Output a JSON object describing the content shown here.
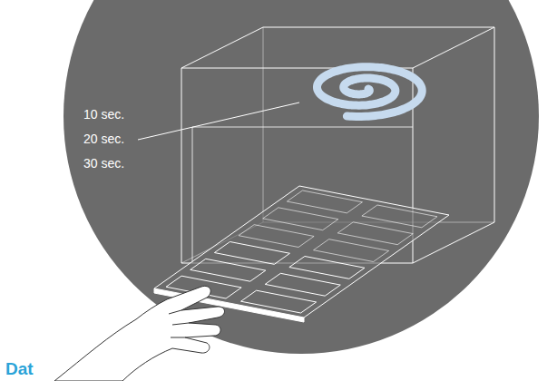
{
  "diagram": {
    "labels": [
      "10 sec.",
      "20 sec.",
      "30 sec.",
      "Dat"
    ]
  }
}
